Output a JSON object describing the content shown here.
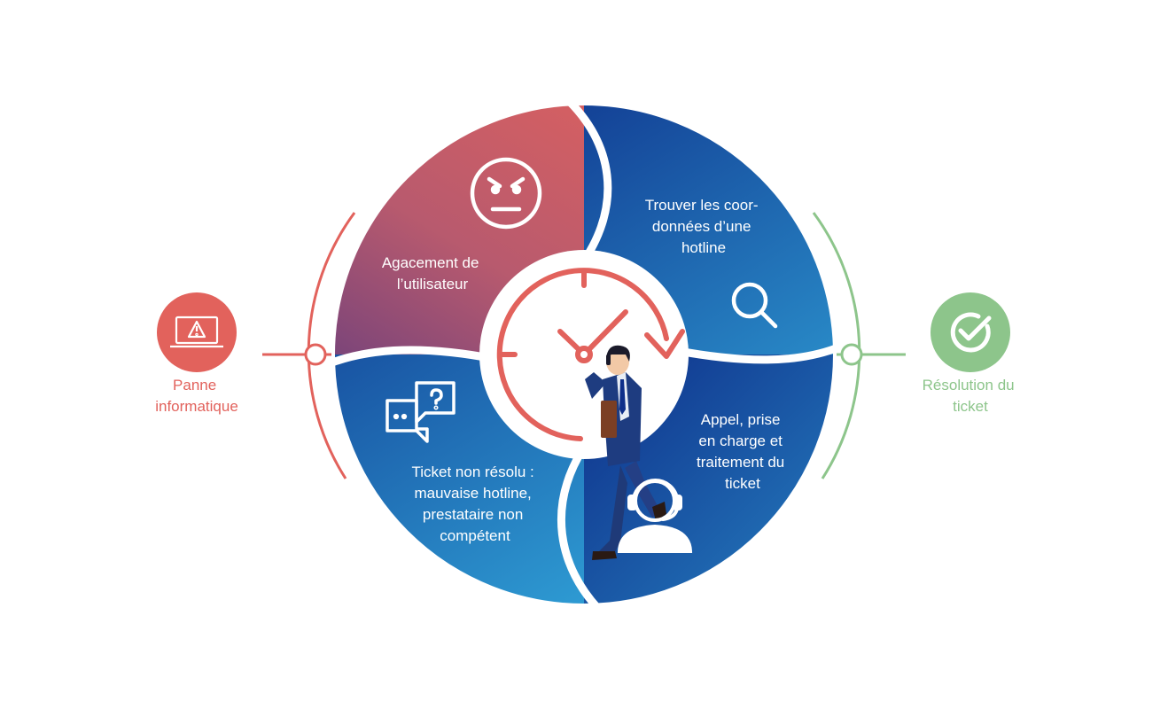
{
  "colors": {
    "red": "#E2625C",
    "red_dark": "#5B3A80",
    "blue_dark": "#0E2F8A",
    "blue_light": "#33ADDF",
    "green": "#8DC58B"
  },
  "left_status": {
    "icon": "laptop-warning-icon",
    "lines": [
      "Panne",
      "informatique"
    ]
  },
  "right_status": {
    "icon": "check-circle-icon",
    "lines": [
      "Résolution du",
      "ticket"
    ]
  },
  "segments": {
    "top_left": {
      "icon": "angry-face-icon",
      "lines": [
        "Agacement de",
        "l’utilisateur"
      ]
    },
    "top_right": {
      "icon": "search-icon",
      "lines": [
        "Trouver les coor-",
        "données d’une",
        "hotline"
      ]
    },
    "bottom_right": {
      "icon": "headset-agent-icon",
      "lines": [
        "Appel, prise",
        "en charge et",
        "traitement du",
        "ticket"
      ]
    },
    "bottom_left": {
      "icon": "chat-question-icon",
      "lines": [
        "Ticket non résolu :",
        "mauvaise hotline,",
        "prestataire non",
        "compétent"
      ]
    }
  },
  "center": {
    "icon": "clock-icon",
    "figure": "businessman-on-phone-icon"
  }
}
